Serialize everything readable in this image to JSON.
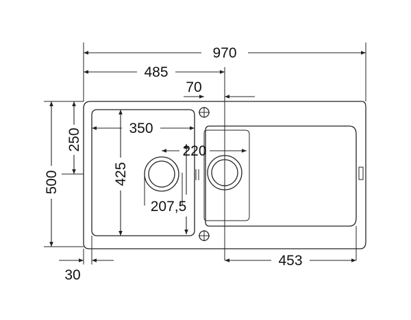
{
  "dimensions": {
    "overall_width": "970",
    "left_width": "485",
    "tap_offset": "70",
    "small_bowl_width": "350",
    "bowl_spacing": "220",
    "bowl_height": "425",
    "drain_position": "207,5",
    "half_depth": "250",
    "overall_depth": "500",
    "edge_offset": "30",
    "right_section": "453"
  },
  "colors": {
    "line": "#222222",
    "background": "#ffffff"
  }
}
